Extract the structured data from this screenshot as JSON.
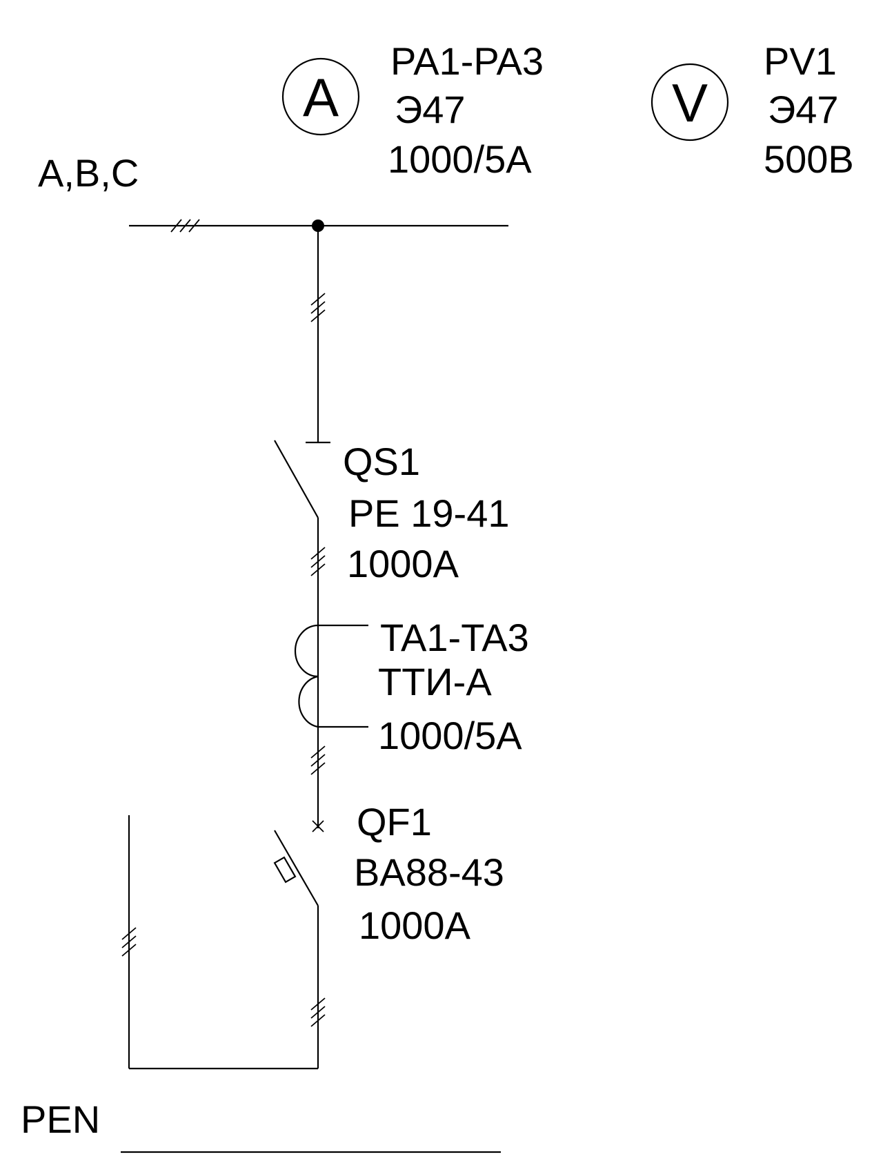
{
  "bus": {
    "label": "A,B,C"
  },
  "ammeter": {
    "symbol": "A",
    "designation": "PA1-PA3",
    "type": "Э47",
    "rating": "1000/5A"
  },
  "voltmeter": {
    "symbol": "V",
    "designation": "PV1",
    "type": "Э47",
    "rating": "500B"
  },
  "switch": {
    "designation": "QS1",
    "type": "PE 19-41",
    "rating": "1000A"
  },
  "current_transformer": {
    "designation": "TA1-TA3",
    "type": "ТТИ-А",
    "rating": "1000/5A"
  },
  "breaker": {
    "designation": "QF1",
    "type": "BA88-43",
    "rating": "1000A"
  },
  "pen": {
    "label": "PEN"
  }
}
